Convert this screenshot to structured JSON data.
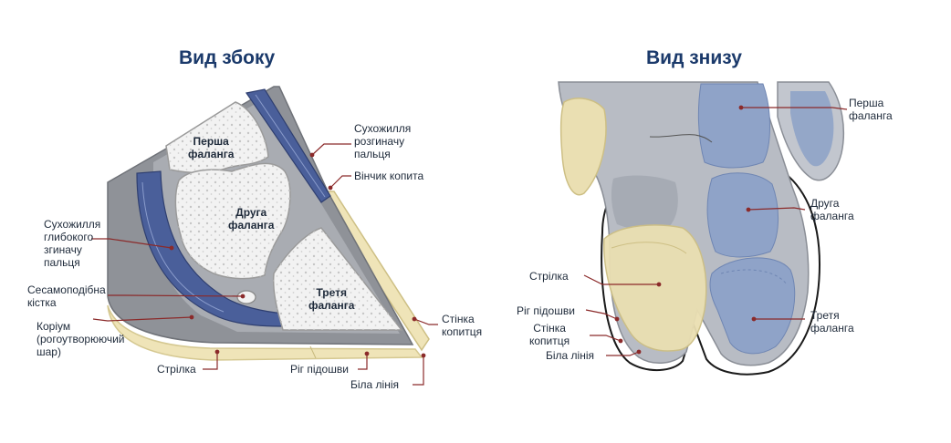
{
  "side": {
    "title": "Вид збоку",
    "labels": {
      "first_phalanx": "Перша\nфаланга",
      "second_phalanx": "Друга\nфаланга",
      "third_phalanx": "Третя\nфаланга",
      "extensor_tendon": "Сухожилля\nрозгиначу\nпальця",
      "coronet": "Вінчик копита",
      "flexor_tendon": "Сухожилля\nглибокого\nзгиначу\nпальця",
      "sesamoid": "Сесамоподібна\nкістка",
      "corium": "Коріум\n(рогоутворюючий\nшар)",
      "frog": "Стрілка",
      "sole_horn": "Ріг підошви",
      "white_line": "Біла лінія",
      "hoof_wall": "Стінка\nкопитця"
    }
  },
  "bottom": {
    "title": "Вид знизу",
    "labels": {
      "first_phalanx": "Перша\nфаланга",
      "second_phalanx": "Друга\nфаланга",
      "third_phalanx": "Третя\nфаланга",
      "frog": "Стрілка",
      "sole_horn": "Ріг підошви",
      "hoof_wall": "Стінка\nкопитця",
      "white_line": "Біла лінія"
    }
  },
  "colors": {
    "title": "#1b3a6b",
    "bone": "#f2f2f2",
    "tendon": "#4a5f9a",
    "horn": "#efe4b8",
    "tissue": "#8f9298",
    "leader": "#8b2a2a"
  }
}
